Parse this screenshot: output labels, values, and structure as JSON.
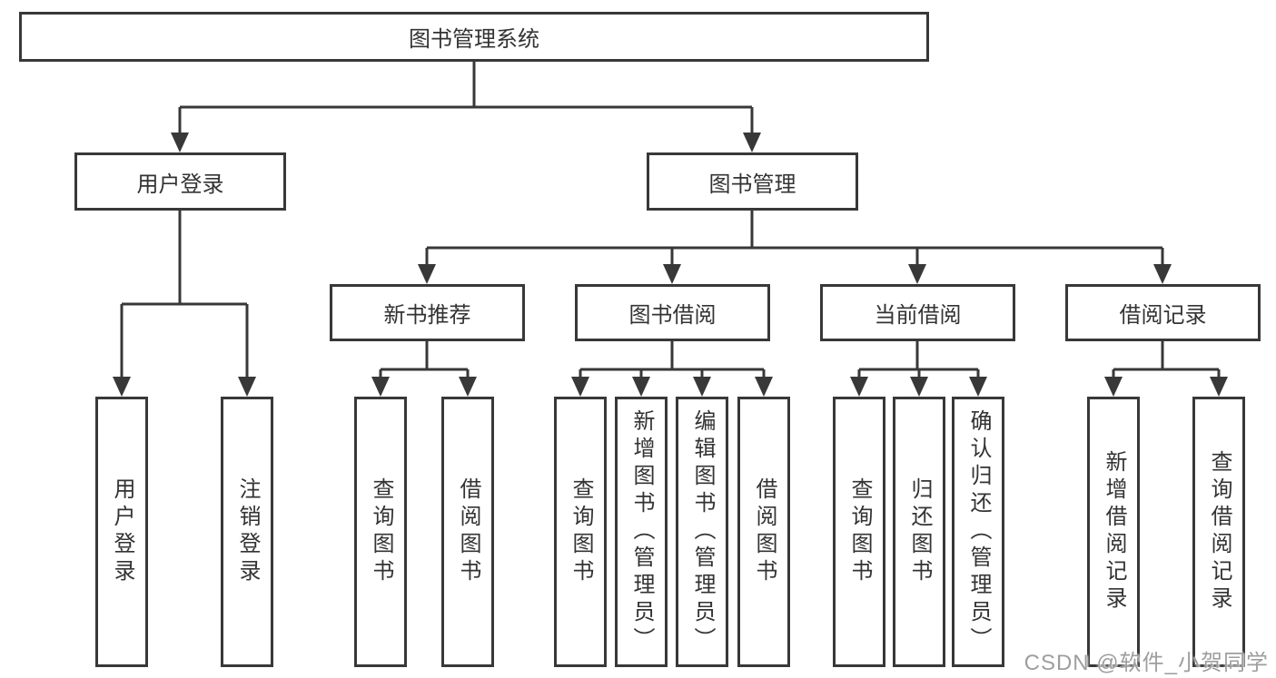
{
  "diagram": {
    "root_label": "图书管理系统",
    "user_login": {
      "label": "用户登录",
      "children": [
        "用户登录",
        "注销登录"
      ]
    },
    "book_management": {
      "label": "图书管理",
      "sections": [
        {
          "label": "新书推荐",
          "children": [
            "查询图书",
            "借阅图书"
          ]
        },
        {
          "label": "图书借阅",
          "children": [
            "查询图书",
            "新增图书（管理员）",
            "编辑图书（管理员）",
            "借阅图书"
          ]
        },
        {
          "label": "当前借阅",
          "children": [
            "查询图书",
            "归还图书",
            "确认归还（管理员）"
          ]
        },
        {
          "label": "借阅记录",
          "children": [
            "新增借阅记录",
            "查询借阅记录"
          ]
        }
      ]
    }
  },
  "watermark": "CSDN @软件_小贺同学",
  "colors": {
    "line": "#383838",
    "box_border": "#383838",
    "text": "#333333",
    "watermark": "#9e9e9e",
    "background": "#ffffff"
  }
}
